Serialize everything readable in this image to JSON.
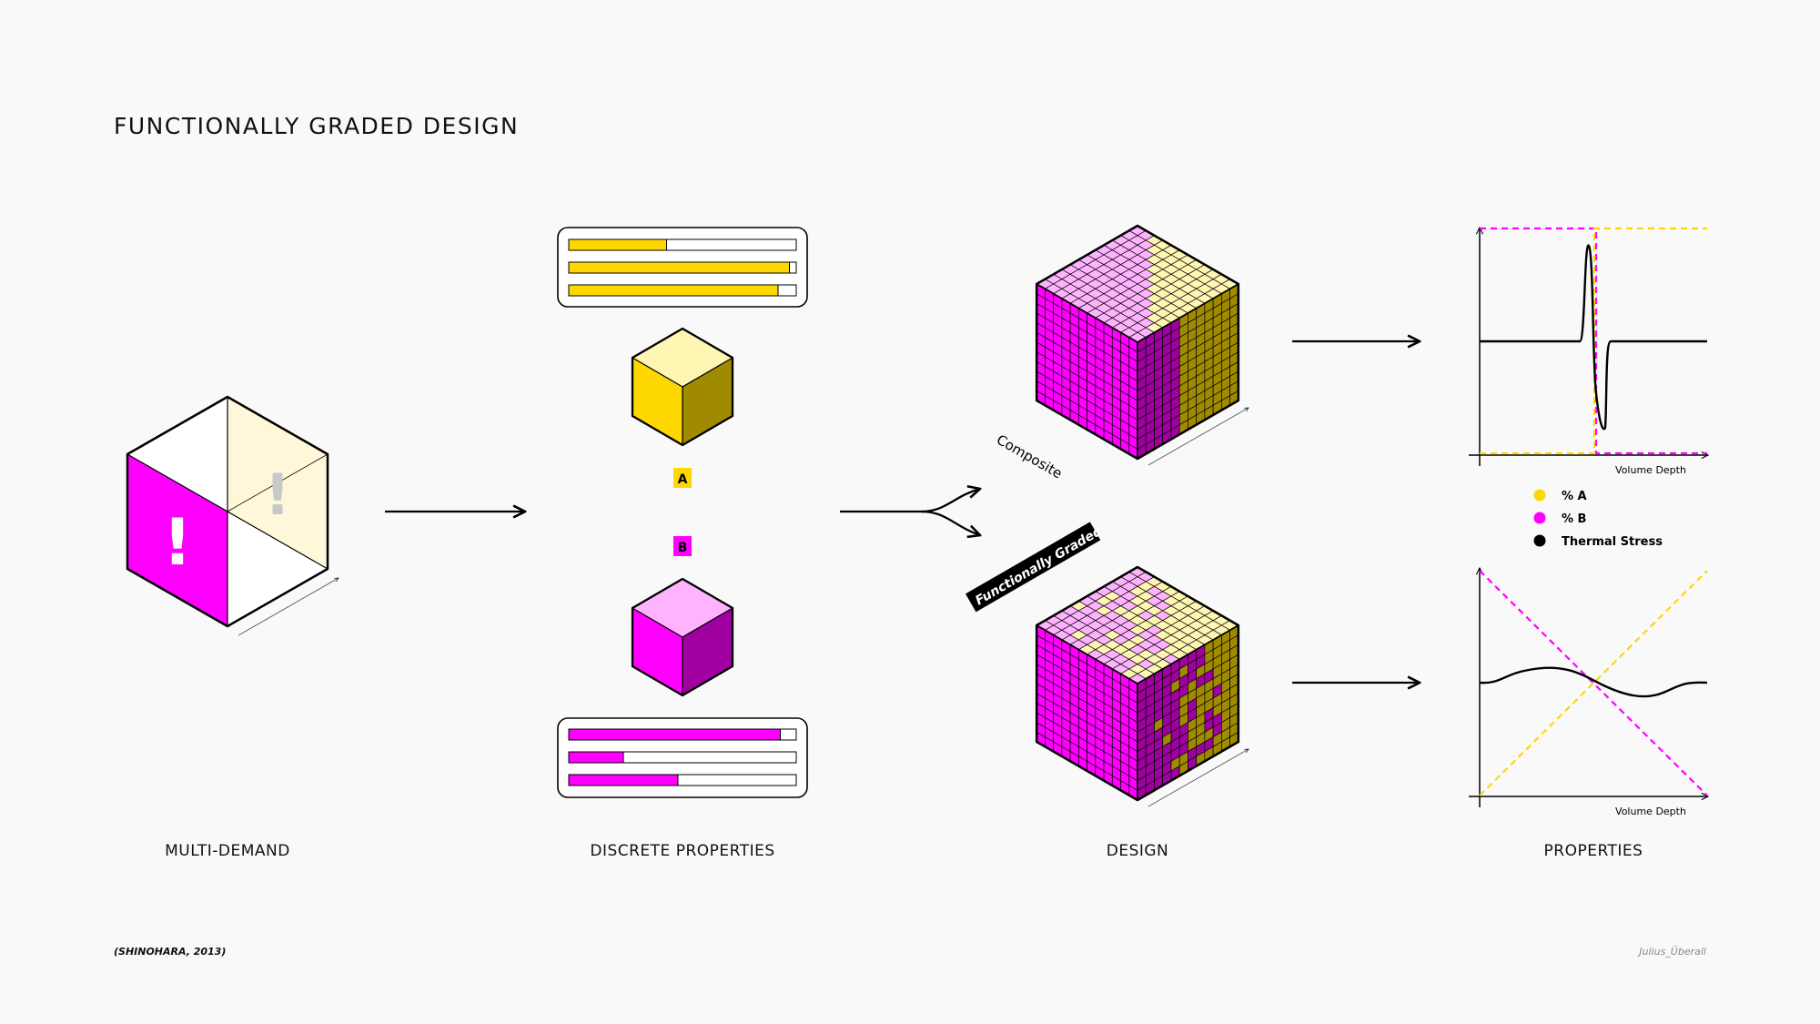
{
  "title": "FUNCTIONALLY GRADED DESIGN",
  "captions": {
    "multi_demand": "MULTI-DEMAND",
    "discrete_properties": "DISCRETE PROPERTIES",
    "design": "DESIGN",
    "properties": "PROPERTIES"
  },
  "labels": {
    "material_a": "A",
    "material_b": "B",
    "composite": "Composite",
    "functionally_graded": "Functionally Graded",
    "exclamation": "!"
  },
  "property_bars": {
    "material_a": [
      0.43,
      0.97,
      0.92
    ],
    "material_b": [
      0.93,
      0.24,
      0.48
    ]
  },
  "graphs": {
    "x_label": "Volume Depth"
  },
  "legend": [
    {
      "label": "% A",
      "color": "#ffd700"
    },
    {
      "label": "% B",
      "color": "#ff00ff"
    },
    {
      "label": "Thermal Stress",
      "color": "#000000"
    }
  ],
  "colors": {
    "yellow": "#ffd700",
    "yellow_light": "#fff6b3",
    "yellow_dark": "#a08a00",
    "magenta": "#ff00ff",
    "magenta_light": "#ffb3ff",
    "magenta_dark": "#a000a0"
  },
  "citation": "(SHINOHARA, 2013)",
  "author": "Julius_Überall"
}
